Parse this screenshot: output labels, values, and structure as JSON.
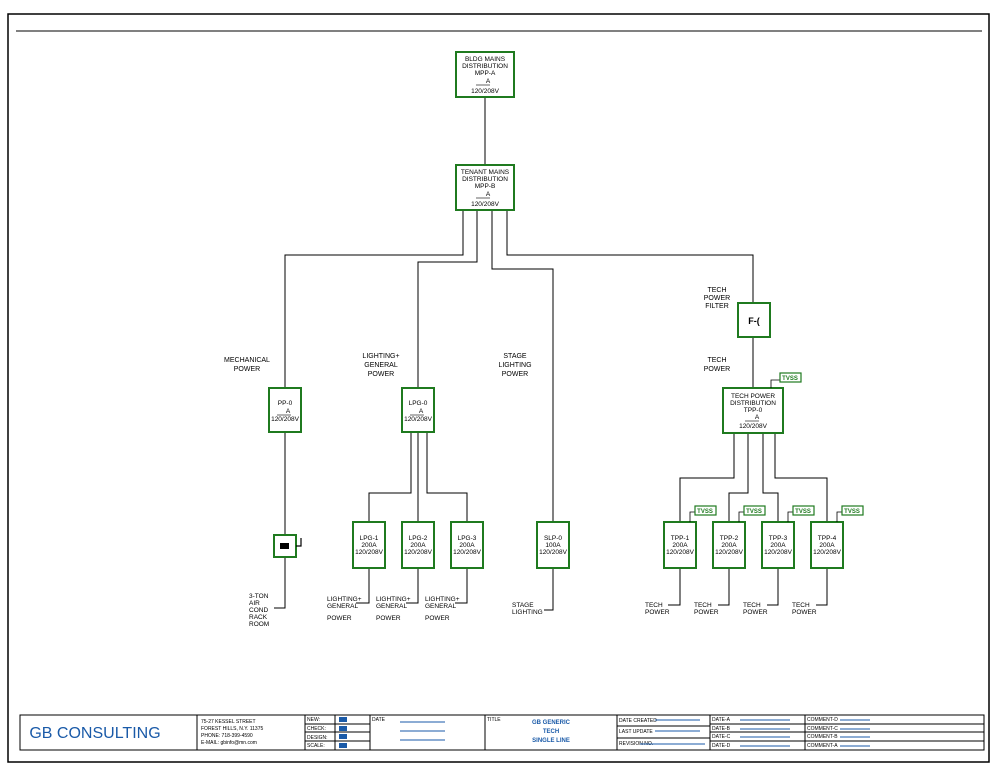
{
  "nodes": {
    "mpa": {
      "lines": [
        "BLDG MAINS",
        "DISTRIBUTION",
        "MPP-A",
        "A",
        "120/208V"
      ]
    },
    "mpb": {
      "lines": [
        "TENANT MAINS",
        "DISTRIBUTION",
        "MPP-B",
        "A",
        "120/208V"
      ]
    },
    "pp0": {
      "lines": [
        "PP-0",
        "A",
        "120/208V"
      ]
    },
    "lp0": {
      "lines": [
        "LPG-0",
        "A",
        "120/208V"
      ]
    },
    "tpp0": {
      "lines": [
        "TECH POWER",
        "DISTRIBUTION",
        "TPP-0",
        "A",
        "120/208V"
      ]
    },
    "filter": {
      "lines": [
        "F-("
      ]
    },
    "lp1": {
      "lines": [
        "LPG-1",
        "200A",
        "120/208V"
      ]
    },
    "lp2": {
      "lines": [
        "LPG-2",
        "200A",
        "120/208V"
      ]
    },
    "lp3": {
      "lines": [
        "LPG-3",
        "200A",
        "120/208V"
      ]
    },
    "slp0": {
      "lines": [
        "SLP-0",
        "100A",
        "120/208V"
      ]
    },
    "tpp1": {
      "lines": [
        "TPP-1",
        "200A",
        "120/208V"
      ]
    },
    "tpp2": {
      "lines": [
        "TPP-2",
        "200A",
        "120/208V"
      ]
    },
    "tpp3": {
      "lines": [
        "TPP-3",
        "200A",
        "120/208V"
      ]
    },
    "tpp4": {
      "lines": [
        "TPP-4",
        "200A",
        "120/208V"
      ]
    }
  },
  "labels": {
    "mech": [
      "MECHANICAL",
      "POWER"
    ],
    "lighting": [
      "LIGHTING+",
      "GENERAL",
      "POWER"
    ],
    "stage": [
      "STAGE",
      "LIGHTING",
      "POWER"
    ],
    "techfilter": [
      "TECH",
      "POWER",
      "FILTER"
    ],
    "techpower": [
      "TECH",
      "POWER"
    ],
    "hvac": [
      "3-TON",
      "AIR",
      "COND",
      "RACK",
      "ROOM"
    ],
    "lp_out": [
      "LIGHTING+",
      "GENERAL",
      "POWER"
    ],
    "slp_out": [
      "STAGE",
      "LIGHTING"
    ],
    "tpp_out": [
      "TECH",
      "POWER"
    ]
  },
  "tags": {
    "tvss": "TVSS"
  },
  "title_block": {
    "company": "GB CONSULTING",
    "address": [
      "75-27 KESSEL STREET",
      "FOREST HILLS, N.Y. 11375",
      "PHONE:  718-399-4590",
      "E-MAIL:  gbinfo@mn.com"
    ],
    "fields": [
      "NEW:",
      "CHECK:",
      "DESIGN:",
      "SCALE:"
    ],
    "date_label": "DATE",
    "title_label": "TITLE",
    "title": [
      "GB GENERIC",
      "TECH",
      "SINGLE LINE"
    ],
    "dates": [
      "DATE CREATED",
      "LAST UPDATE",
      "REVISION NO."
    ],
    "date_cols": [
      "DATE-A",
      "DATE-B",
      "DATE-C",
      "DATE-D"
    ],
    "comments": [
      "COMMENT-D",
      "COMMENT-C",
      "COMMENT-B",
      "COMMENT-A"
    ]
  },
  "colors": {
    "box": "#1f7a1f",
    "title_blue": "#1a5aa8"
  }
}
